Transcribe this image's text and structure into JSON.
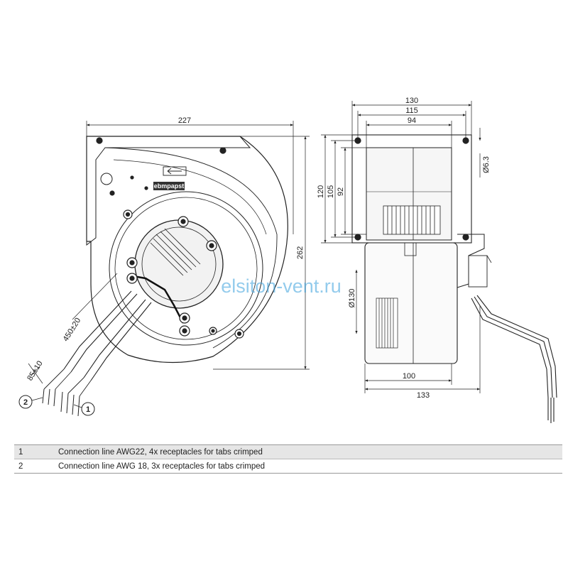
{
  "drawing": {
    "dimensions": {
      "width_227": "227",
      "height_262": "262",
      "cable_450": "450±20",
      "strip_85": "85±10",
      "w_130": "130",
      "w_115": "115",
      "w_94": "94",
      "h_120": "120",
      "h_105": "105",
      "h_92": "92",
      "hole_63": "Ø6.3",
      "dia_130": "Ø130",
      "w_100": "100",
      "w_133": "133"
    },
    "callouts": {
      "one": "1",
      "two": "2"
    },
    "brand_label": "ebmpapst",
    "watermark": "elsiton-vent.ru"
  },
  "legend": {
    "rows": [
      {
        "num": "1",
        "text": "Connection line AWG22, 4x receptacles for tabs crimped"
      },
      {
        "num": "2",
        "text": "Connection line AWG 18, 3x receptacles for tabs crimped"
      }
    ]
  }
}
